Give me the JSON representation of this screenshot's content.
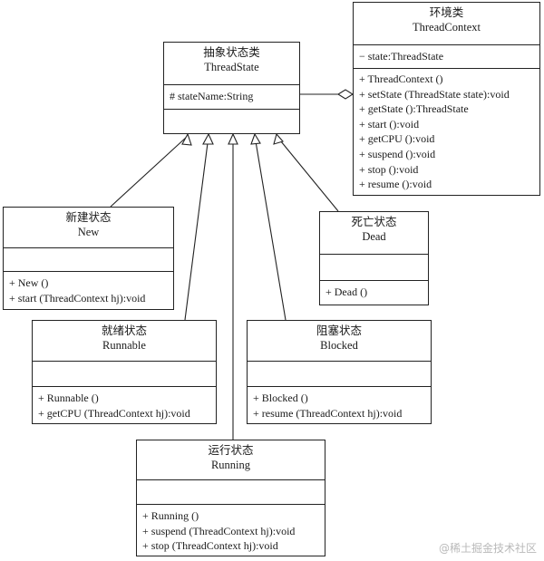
{
  "classes": {
    "thread_state": {
      "cn": "抽象状态类",
      "en": "ThreadState",
      "attributes": [
        "# stateName:String"
      ],
      "methods": []
    },
    "thread_context": {
      "cn": "环境类",
      "en": "ThreadContext",
      "attributes": [
        "− state:ThreadState"
      ],
      "methods": [
        "+ ThreadContext ()",
        "+ setState (ThreadState state):void",
        "+ getState ():ThreadState",
        "+ start ():void",
        "+ getCPU ():void",
        "+ suspend ():void",
        "+ stop ():void",
        "+ resume ():void"
      ]
    },
    "new_state": {
      "cn": "新建状态",
      "en": "New",
      "attributes": [],
      "methods": [
        "+ New ()",
        "+ start (ThreadContext hj):void"
      ]
    },
    "dead_state": {
      "cn": "死亡状态",
      "en": "Dead",
      "attributes": [],
      "methods": [
        "+ Dead ()"
      ]
    },
    "runnable_state": {
      "cn": "就绪状态",
      "en": "Runnable",
      "attributes": [],
      "methods": [
        "+ Runnable ()",
        "+ getCPU (ThreadContext hj):void"
      ]
    },
    "blocked_state": {
      "cn": "阻塞状态",
      "en": "Blocked",
      "attributes": [],
      "methods": [
        "+ Blocked ()",
        "+ resume (ThreadContext hj):void"
      ]
    },
    "running_state": {
      "cn": "运行状态",
      "en": "Running",
      "attributes": [],
      "methods": [
        "+ Running ()",
        "+ suspend (ThreadContext hj):void",
        "+ stop (ThreadContext hj):void"
      ]
    }
  },
  "watermark": "@稀土掘金技术社区"
}
